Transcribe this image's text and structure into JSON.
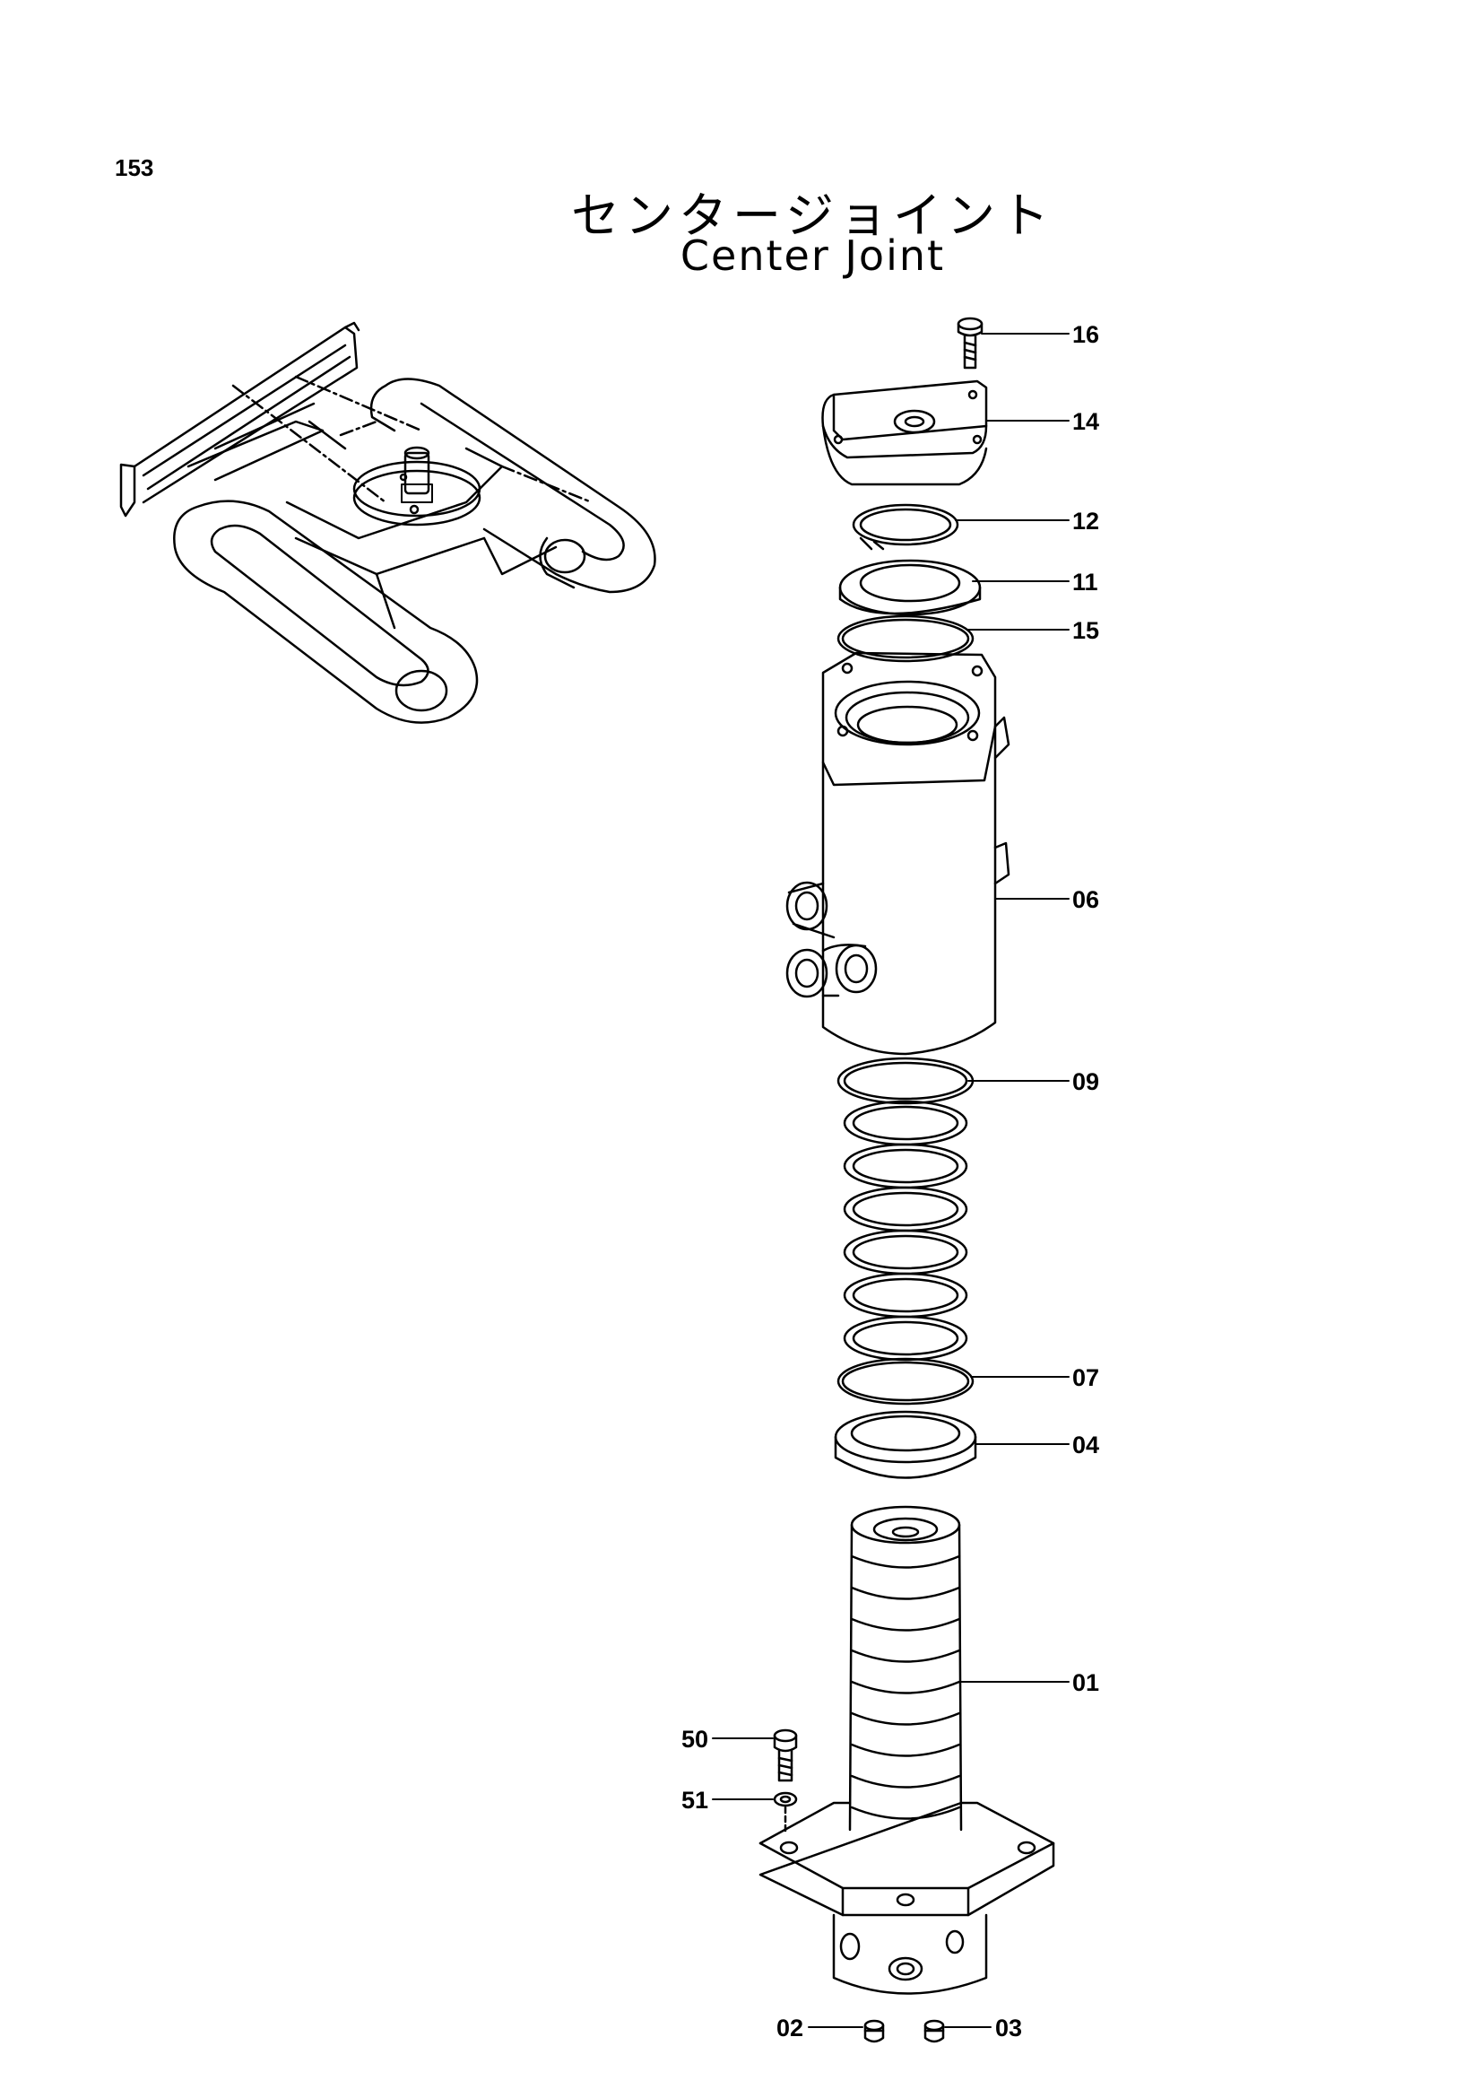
{
  "header": {
    "page_number": "153",
    "title_ja": "センタージョイント",
    "title_en": "Center Joint"
  },
  "callouts": [
    {
      "id": "16",
      "label": "16"
    },
    {
      "id": "14",
      "label": "14"
    },
    {
      "id": "12",
      "label": "12"
    },
    {
      "id": "11",
      "label": "11"
    },
    {
      "id": "15",
      "label": "15"
    },
    {
      "id": "06",
      "label": "06"
    },
    {
      "id": "09",
      "label": "09"
    },
    {
      "id": "07",
      "label": "07"
    },
    {
      "id": "04",
      "label": "04"
    },
    {
      "id": "01",
      "label": "01"
    },
    {
      "id": "50",
      "label": "50"
    },
    {
      "id": "51",
      "label": "51"
    },
    {
      "id": "02",
      "label": "02"
    },
    {
      "id": "03",
      "label": "03"
    }
  ]
}
